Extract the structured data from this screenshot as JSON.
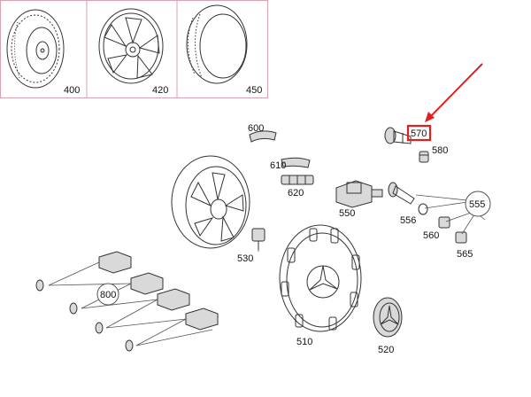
{
  "thumbnails": [
    {
      "id": "400",
      "label": "400"
    },
    {
      "id": "420",
      "label": "420"
    },
    {
      "id": "450",
      "label": "450"
    }
  ],
  "parts": {
    "p510": "510",
    "p520": "520",
    "p530": "530",
    "p550": "550",
    "p556": "556",
    "p555": "555",
    "p560": "560",
    "p565": "565",
    "p570": "570",
    "p580": "580",
    "p600": "600",
    "p610": "610",
    "p620": "620",
    "p800": "800"
  },
  "highlight": {
    "target": "570",
    "color": "#e02020"
  }
}
